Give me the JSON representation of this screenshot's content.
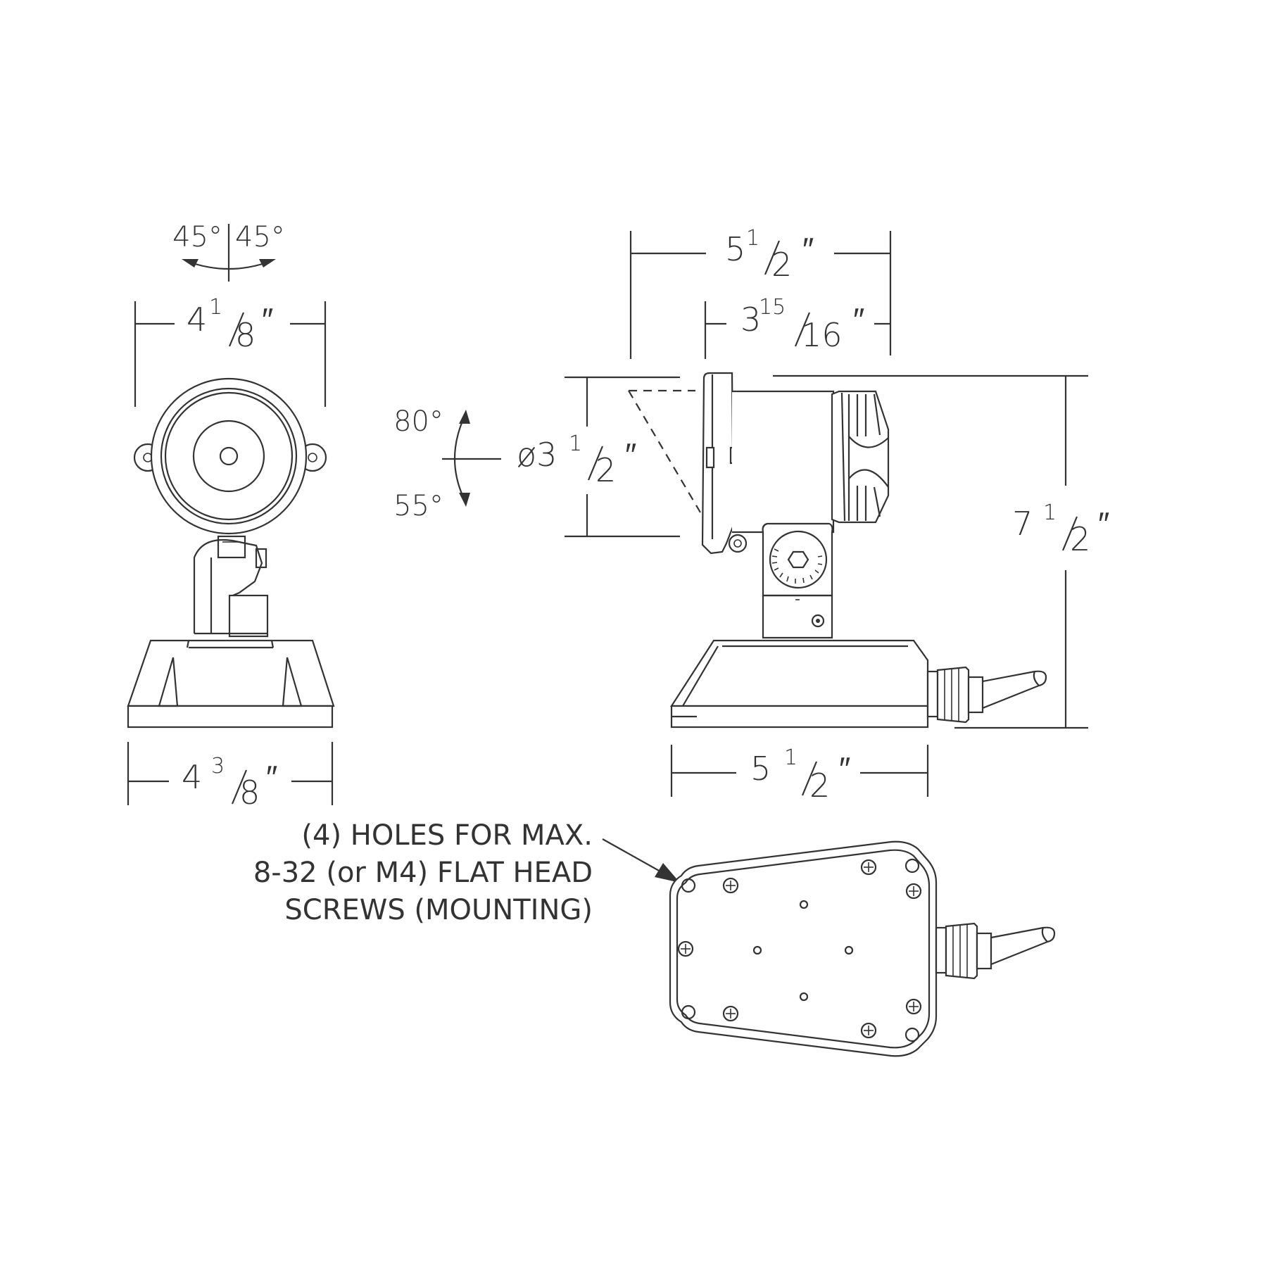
{
  "colors": {
    "line": "#333333",
    "background": "#ffffff"
  },
  "front_view": {
    "angle_left": "45°",
    "angle_right": "45°",
    "width_top": {
      "whole": "4",
      "num": "1",
      "den": "8",
      "unit": "″"
    },
    "width_bottom": {
      "whole": "4",
      "num": "3",
      "den": "8",
      "unit": "″"
    }
  },
  "side_view": {
    "overall_width": {
      "whole": "5",
      "num": "1",
      "den": "2",
      "unit": "″"
    },
    "head_width": {
      "whole": "3",
      "num": "15",
      "den": "16",
      "unit": "″"
    },
    "diameter": {
      "prefix": "ø3",
      "num": "1",
      "den": "2",
      "unit": "″"
    },
    "tilt_up": "80°",
    "tilt_down": "55°",
    "height": {
      "whole": "7",
      "num": "1",
      "den": "2",
      "unit": "″"
    },
    "base_width": {
      "whole": "5",
      "num": "1",
      "den": "2",
      "unit": "″"
    }
  },
  "bottom_view": {
    "note_lines": [
      "(4) HOLES FOR MAX.",
      "8-32 (or M4) FLAT HEAD",
      "SCREWS (MOUNTING)"
    ]
  }
}
